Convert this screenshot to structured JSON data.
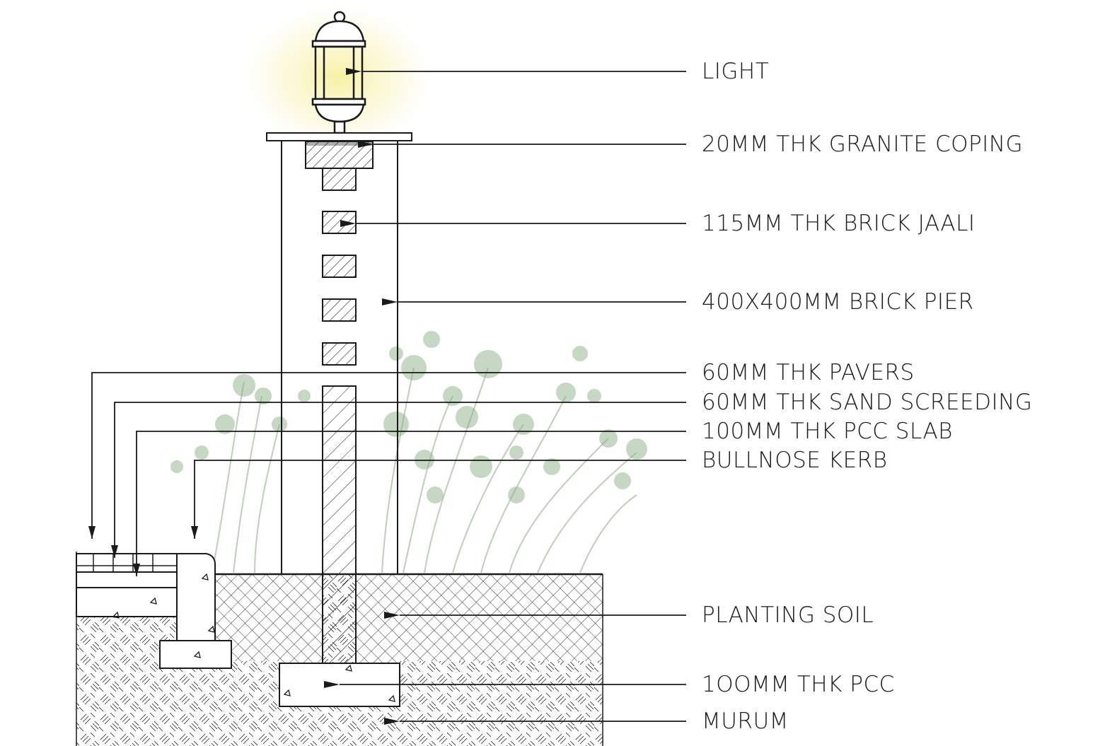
{
  "labels": {
    "light": "LIGHT",
    "coping": "20MM THK GRANITE COPING",
    "jaali": "115MM THK BRICK JAALI",
    "pier": "400X400MM BRICK PIER",
    "pavers": "60MM THK PAVERS",
    "sand": "60MM THK SAND SCREEDING",
    "pcc_slab": "100MM THK PCC SLAB",
    "kerb": "BULLNOSE KERB",
    "soil": "PLANTING SOIL",
    "pcc": "1OOMM THK PCC",
    "murum": "MURUM"
  },
  "colors": {
    "line": "#1a1a1a",
    "glow": "#f6f0a8",
    "plant": "#7fa27a"
  }
}
